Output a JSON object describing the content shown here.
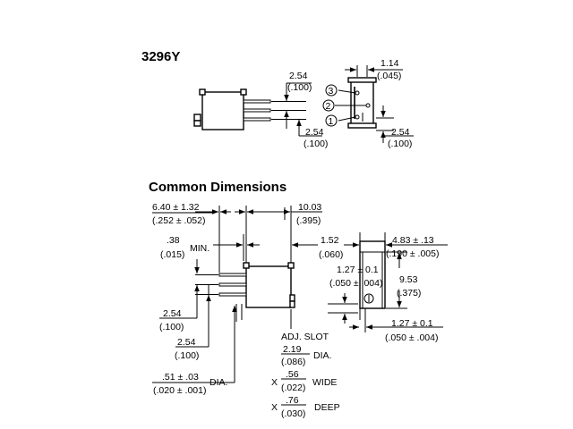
{
  "top_view": {
    "title": "3296Y",
    "pitch_a": "2.54",
    "pitch_a_in": "(.100)",
    "pitch_b": "2.54",
    "pitch_b_in": "(.100)",
    "width": "1.14",
    "width_in": "(.045)",
    "side": "2.54",
    "side_in": "(.100)",
    "pin_labels": [
      "3",
      "2",
      "1"
    ]
  },
  "common": {
    "title": "Common Dimensions",
    "pin_len": "6.40 ± 1.32",
    "pin_len_in": "(.252 ± .052)",
    "body_len": "10.03",
    "body_len_in": "(.395)",
    "standoff": ".38",
    "standoff_in": "(.015)",
    "standoff_suffix": "MIN.",
    "h152": "1.52",
    "h152_in": "(.060)",
    "w127": "1.27 ± 0.1",
    "w127_in": "(.050 ± .004)",
    "pitch1": "2.54",
    "pitch1_in": "(.100)",
    "pitch2": "2.54",
    "pitch2_in": "(.100)",
    "pin_dia": ".51 ± .03",
    "pin_dia_in": "(.020 ± .001)",
    "pin_dia_suffix": "DIA.",
    "adj_slot": "ADJ. SLOT",
    "slot_dia": "2.19",
    "slot_dia_in": "(.086)",
    "slot_dia_suffix": "DIA.",
    "x1": "X",
    "slot_wide": ".56",
    "slot_wide_in": "(.022)",
    "slot_wide_suffix": "WIDE",
    "x2": "X",
    "slot_deep": ".76",
    "slot_deep_in": "(.030)",
    "slot_deep_suffix": "DEEP",
    "side_w": "4.83 ± .13",
    "side_w_in": "(.190 ± .005)",
    "side_h": "9.53",
    "side_h_in": "(.375)",
    "bottom_w": "1.27 ± 0.1",
    "bottom_w_in": "(.050 ± .004)"
  }
}
